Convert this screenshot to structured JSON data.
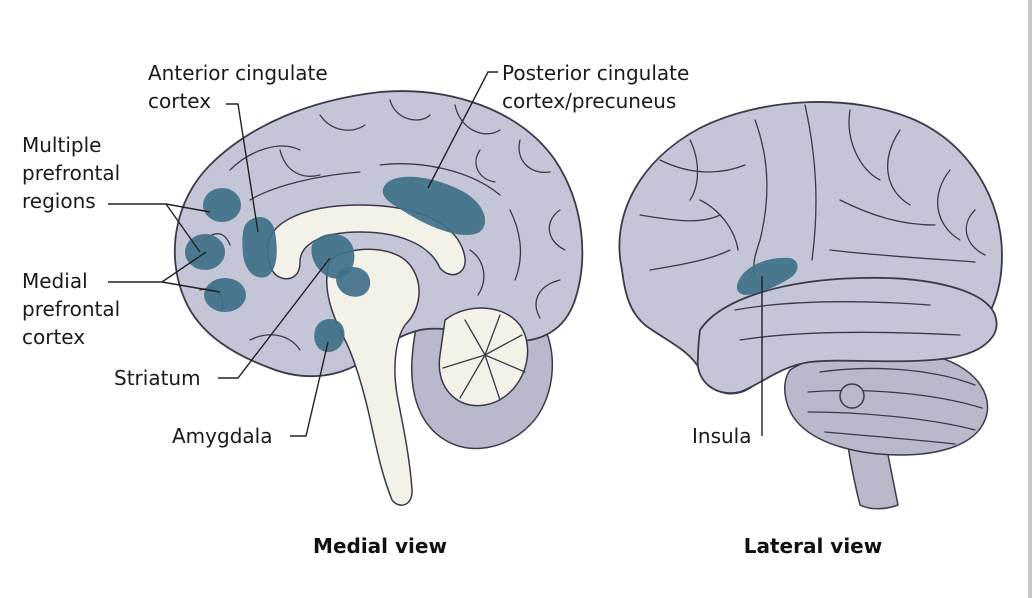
{
  "views": {
    "medial": "Medial view",
    "lateral": "Lateral view"
  },
  "labels": {
    "anterior_cingulate": [
      "Anterior cingulate",
      "cortex"
    ],
    "posterior_cingulate": [
      "Posterior cingulate",
      "cortex/precuneus"
    ],
    "prefrontal": [
      "Multiple",
      "prefrontal",
      "regions"
    ],
    "medial_prefrontal": [
      "Medial",
      "prefrontal",
      "cortex"
    ],
    "striatum": "Striatum",
    "amygdala": "Amygdala",
    "insula": "Insula"
  },
  "colors": {
    "brain": "#c5c5d8",
    "highlight": "#3e7088",
    "white_matter": "#f4f1e8"
  }
}
